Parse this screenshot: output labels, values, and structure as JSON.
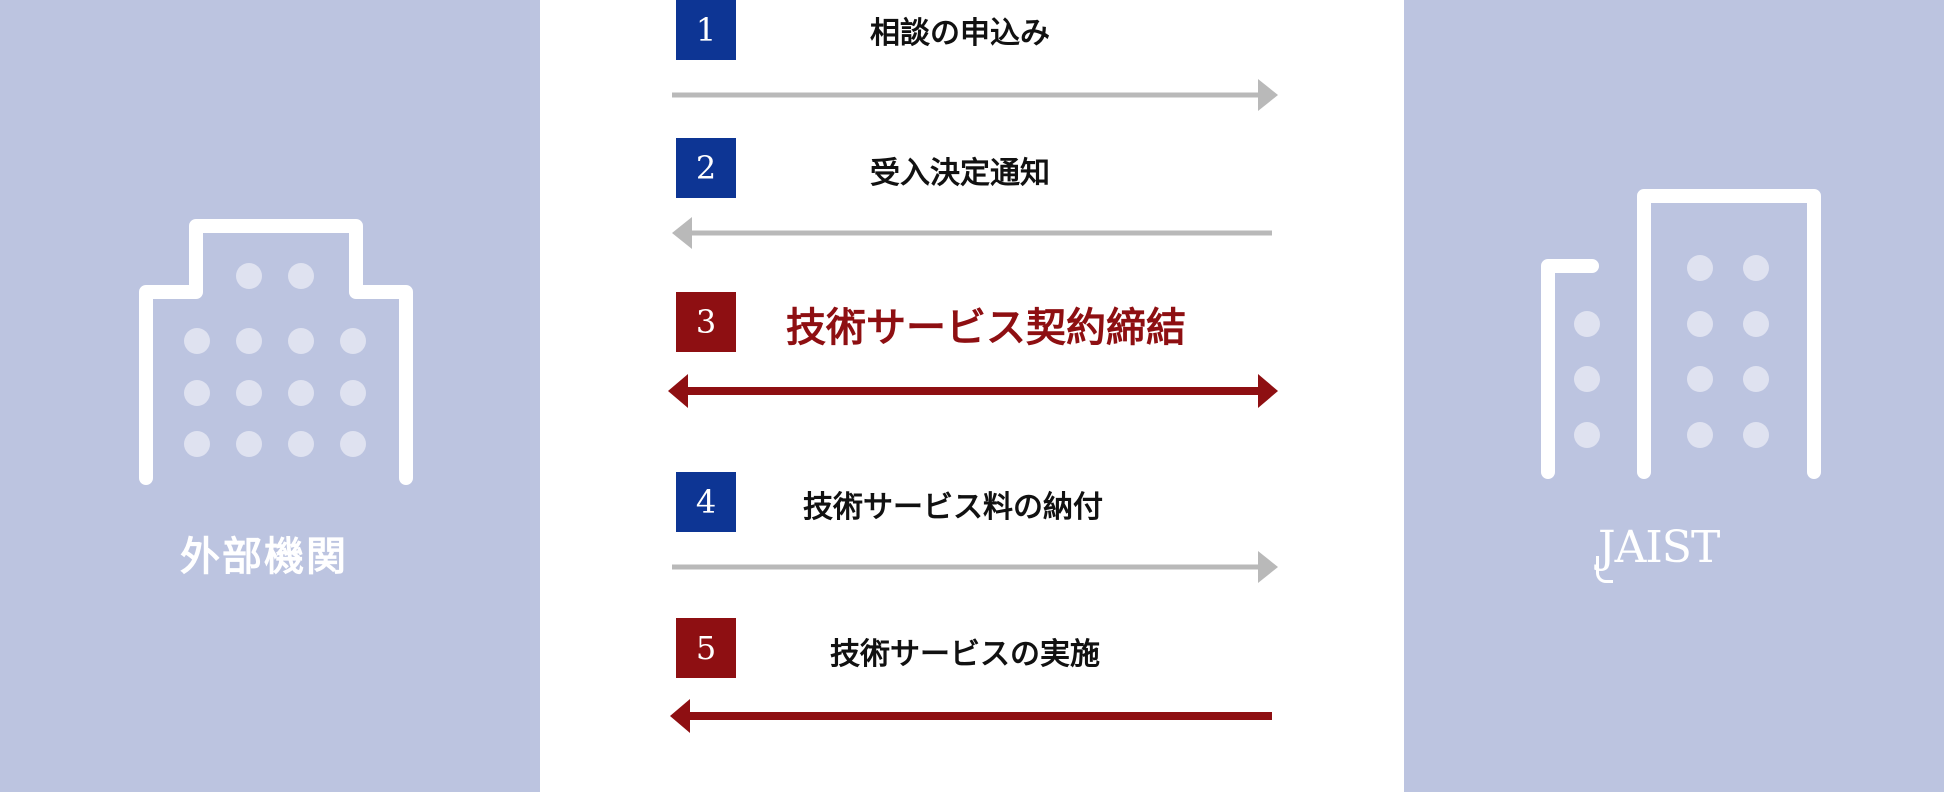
{
  "colors": {
    "panel_bg": "#bcc4e0",
    "blue_badge": "#0d3594",
    "red_badge": "#8e0f12",
    "gray_arrow": "#b9b9b9",
    "red_arrow": "#8e0f12",
    "icon_white": "#ffffff",
    "window_dot": "#dfe2f0"
  },
  "left_party": {
    "label": "外部機関",
    "icon": "office-building-icon"
  },
  "right_party": {
    "label": "JAIST",
    "icon": "university-building-icon"
  },
  "steps": [
    {
      "number": "1",
      "label": "相談の申込み",
      "direction": "to-right",
      "style": "gray",
      "badge": "blue"
    },
    {
      "number": "2",
      "label": "受入決定通知",
      "direction": "to-left",
      "style": "gray",
      "badge": "blue"
    },
    {
      "number": "3",
      "label": "技術サービス契約締結",
      "direction": "both",
      "style": "red",
      "badge": "red"
    },
    {
      "number": "4",
      "label": "技術サービス料の納付",
      "direction": "to-right",
      "style": "gray",
      "badge": "blue"
    },
    {
      "number": "5",
      "label": "技術サービスの実施",
      "direction": "to-left",
      "style": "red",
      "badge": "red"
    }
  ]
}
